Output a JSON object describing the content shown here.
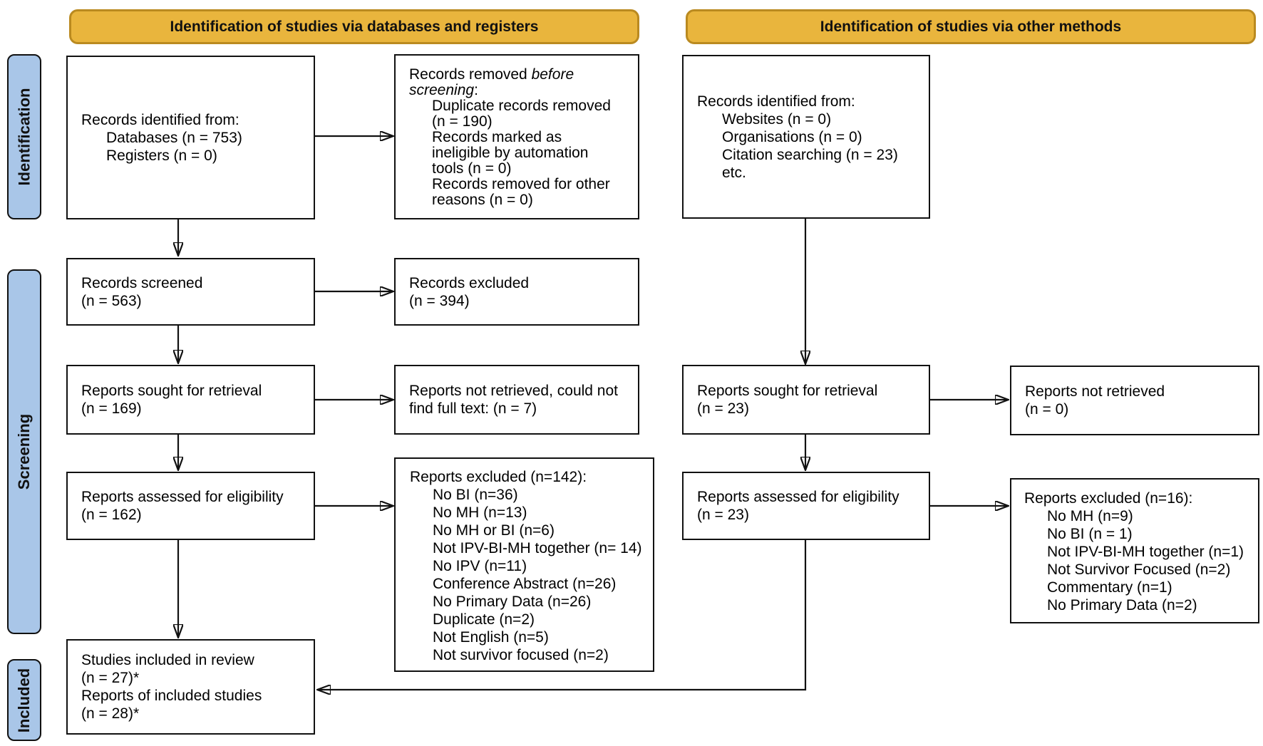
{
  "banners": {
    "databases": "Identification of studies via databases and registers",
    "other": "Identification of studies via other methods"
  },
  "sidebar": {
    "identification": "Identification",
    "screening": "Screening",
    "included": "Included"
  },
  "colors": {
    "banner_fill": "#E9B53D",
    "banner_border": "#BA8A20",
    "sidebar_fill": "#A9C6E8",
    "box_border": "#111111",
    "arrow": "#111111",
    "text": "#000000"
  },
  "boxes": {
    "records_identified_db": {
      "intro": "Records identified from:",
      "items": [
        "Databases (n = 753)",
        "Registers (n = 0)"
      ]
    },
    "records_removed": {
      "prefix": "Records removed ",
      "italic": "before screening",
      "suffix": ":",
      "items": [
        "Duplicate records removed (n = 190)",
        "Records marked as ineligible by automation tools (n = 0)",
        "Records removed for other reasons (n = 0)"
      ]
    },
    "records_screened": {
      "lines": [
        "Records screened",
        "(n = 563)"
      ]
    },
    "records_excluded": {
      "lines": [
        "Records excluded",
        "(n = 394)"
      ]
    },
    "reports_sought_db": {
      "lines": [
        "Reports sought for retrieval",
        "(n = 169)"
      ]
    },
    "reports_not_retrieved_db": {
      "text": "Reports not retrieved, could not find full text: (n = 7)"
    },
    "reports_assessed_db": {
      "lines": [
        "Reports assessed for eligibility",
        "(n = 162)"
      ]
    },
    "reports_excluded_db": {
      "title": "Reports excluded (n=142):",
      "items": [
        "No BI (n=36)",
        "No MH (n=13)",
        "No MH or BI (n=6)",
        "Not IPV-BI-MH together (n= 14)",
        "No IPV (n=11)",
        "Conference Abstract (n=26)",
        "No Primary Data (n=26)",
        "Duplicate (n=2)",
        "Not English (n=5)",
        "Not survivor focused (n=2)"
      ]
    },
    "studies_included": {
      "lines": [
        "Studies included in review",
        "(n = 27)*",
        "Reports of included studies",
        "(n = 28)*"
      ]
    },
    "records_identified_other": {
      "intro": "Records identified from:",
      "items": [
        "Websites (n = 0)",
        "Organisations (n = 0)",
        "Citation searching (n = 23)",
        "etc."
      ]
    },
    "reports_sought_other": {
      "lines": [
        "Reports sought for retrieval",
        "(n = 23)"
      ]
    },
    "reports_not_retrieved_other": {
      "lines": [
        "Reports not retrieved",
        "(n = 0)"
      ]
    },
    "reports_assessed_other": {
      "lines": [
        "Reports assessed for eligibility",
        "(n = 23)"
      ]
    },
    "reports_excluded_other": {
      "title": "Reports excluded (n=16):",
      "items": [
        "No MH (n=9)",
        "No BI (n = 1)",
        "Not IPV-BI-MH together (n=1)",
        "Not Survivor Focused (n=2)",
        "Commentary (n=1)",
        "No Primary Data (n=2)"
      ]
    }
  }
}
